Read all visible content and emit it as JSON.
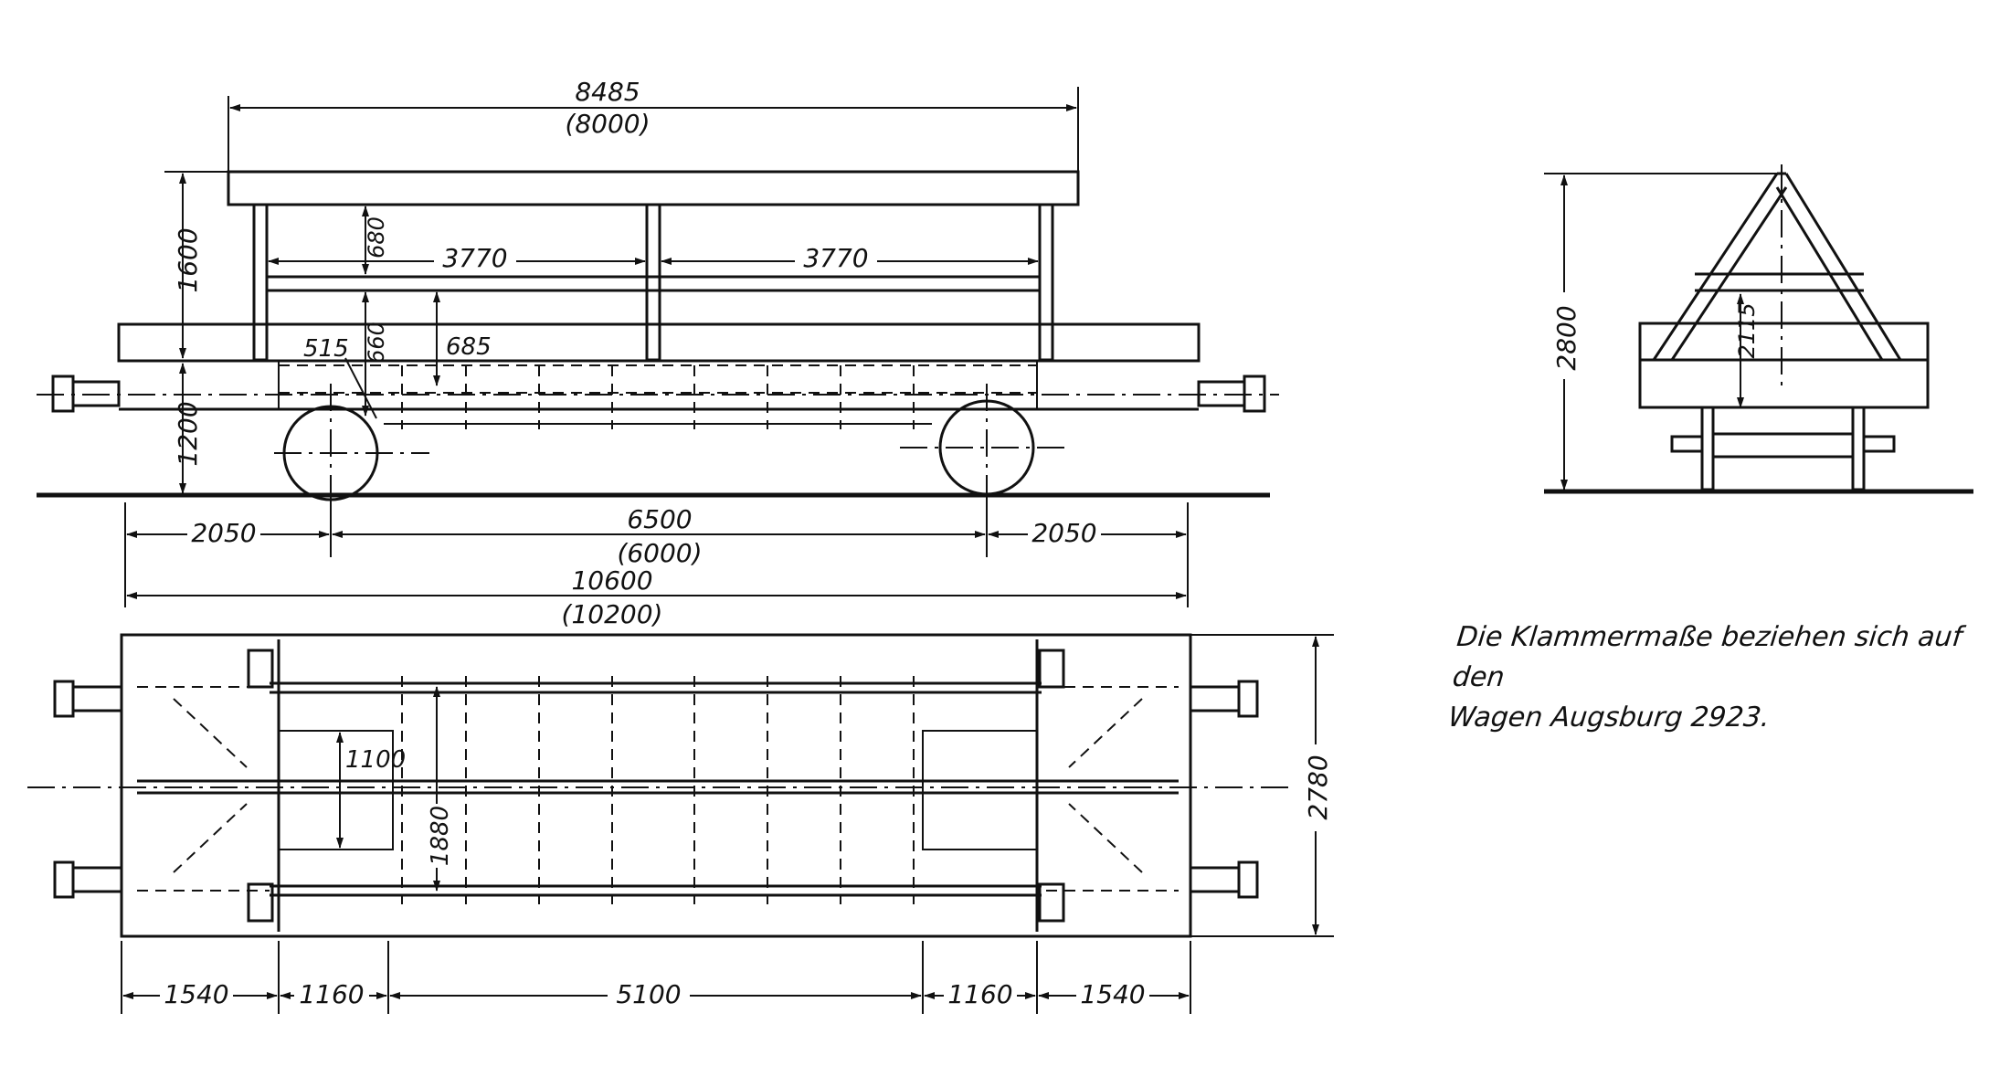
{
  "note": {
    "line1": "Die Klammermaße beziehen sich auf den",
    "line2": "Wagen  Augsburg 2923."
  },
  "side_view": {
    "roof_length": "8485",
    "roof_length_alt": "(8000)",
    "roof_height": "1600",
    "frame_height": "1200",
    "rail_to_rail_left": "3770",
    "rail_to_rail_right": "3770",
    "post_dim_680": "680",
    "post_dim_660": "660",
    "dim_515": "515",
    "dim_685": "685",
    "overhang_left": "2050",
    "wheelbase": "6500",
    "wheelbase_alt": "(6000)",
    "overhang_right": "2050",
    "total_length": "10600",
    "total_length_alt": "(10200)"
  },
  "end_view": {
    "total_height": "2800",
    "inner_height": "2115"
  },
  "plan_view": {
    "width": "2780",
    "dim_1100": "1100",
    "dim_1880": "1880",
    "seg1": "1540",
    "seg2": "1160",
    "seg3": "5100",
    "seg4": "1160",
    "seg5": "1540"
  }
}
